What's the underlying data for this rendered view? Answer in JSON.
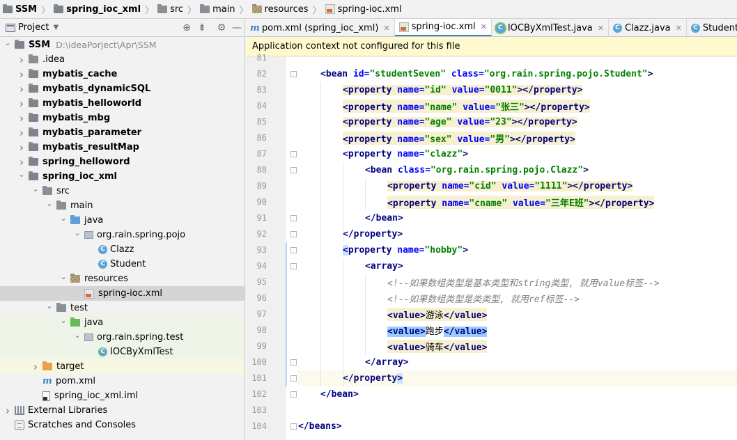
{
  "breadcrumb": [
    "SSM",
    "spring_ioc_xml",
    "src",
    "main",
    "resources",
    "spring-ioc.xml"
  ],
  "project_panel": {
    "title": "Project",
    "tree": [
      {
        "label": "SSM",
        "path": "D:\\ideaPorject\\Apr\\SSM",
        "bold": true,
        "arrow": "open",
        "icon": "module-folder"
      },
      {
        "label": ".idea",
        "arrow": "closed",
        "icon": "folder"
      },
      {
        "label": "mybatis_cache",
        "bold": true,
        "arrow": "closed",
        "icon": "module-folder"
      },
      {
        "label": "mybatis_dynamicSQL",
        "bold": true,
        "arrow": "closed",
        "icon": "module-folder"
      },
      {
        "label": "mybatis_helloworld",
        "bold": true,
        "arrow": "closed",
        "icon": "module-folder"
      },
      {
        "label": "mybatis_mbg",
        "bold": true,
        "arrow": "closed",
        "icon": "module-folder"
      },
      {
        "label": "mybatis_parameter",
        "bold": true,
        "arrow": "closed",
        "icon": "module-folder"
      },
      {
        "label": "mybatis_resultMap",
        "bold": true,
        "arrow": "closed",
        "icon": "module-folder"
      },
      {
        "label": "spring_helloword",
        "bold": true,
        "arrow": "closed",
        "icon": "module-folder"
      },
      {
        "label": "spring_ioc_xml",
        "bold": true,
        "arrow": "open",
        "icon": "module-folder"
      },
      {
        "label": "src",
        "arrow": "open",
        "icon": "folder"
      },
      {
        "label": "main",
        "arrow": "open",
        "icon": "folder"
      },
      {
        "label": "java",
        "arrow": "open",
        "icon": "source-folder"
      },
      {
        "label": "org.rain.spring.pojo",
        "arrow": "open",
        "icon": "package"
      },
      {
        "label": "Clazz",
        "arrow": "none",
        "icon": "class"
      },
      {
        "label": "Student",
        "arrow": "none",
        "icon": "class"
      },
      {
        "label": "resources",
        "arrow": "open",
        "icon": "resources-folder"
      },
      {
        "label": "spring-ioc.xml",
        "arrow": "none",
        "icon": "xml-file",
        "selected": true
      },
      {
        "label": "test",
        "arrow": "open",
        "icon": "folder"
      },
      {
        "label": "java",
        "arrow": "open",
        "icon": "test-source-folder",
        "highlight": "green"
      },
      {
        "label": "org.rain.spring.test",
        "arrow": "open",
        "icon": "package",
        "highlight": "green"
      },
      {
        "label": "IOCByXmlTest",
        "arrow": "none",
        "icon": "test-class",
        "highlight": "green"
      },
      {
        "label": "target",
        "arrow": "closed",
        "icon": "excluded-folder",
        "highlight": "yellow"
      },
      {
        "label": "pom.xml",
        "arrow": "none",
        "icon": "maven-file"
      },
      {
        "label": "spring_ioc_xml.iml",
        "arrow": "none",
        "icon": "iml-file"
      },
      {
        "label": "External Libraries",
        "arrow": "closed",
        "icon": "libraries"
      },
      {
        "label": "Scratches and Consoles",
        "arrow": "none",
        "icon": "scratches"
      }
    ]
  },
  "tabs": [
    {
      "label": "pom.xml (spring_ioc_xml)",
      "icon": "maven-icon",
      "active": false
    },
    {
      "label": "spring-ioc.xml",
      "icon": "xml-icon",
      "active": true
    },
    {
      "label": "IOCByXmlTest.java",
      "icon": "test-class-icon",
      "active": false
    },
    {
      "label": "Clazz.java",
      "icon": "class-icon",
      "active": false
    },
    {
      "label": "Student.java",
      "icon": "class-icon",
      "active": false
    }
  ],
  "notice": "Application context not configured for this file",
  "editor": {
    "lines": [
      {
        "num": "81",
        "indent": 0,
        "parts": []
      },
      {
        "num": "82",
        "indent": 1,
        "fold": true,
        "parts": [
          [
            "t",
            "<bean "
          ],
          [
            "a",
            "id="
          ],
          [
            "v",
            "\"studentSeven\" "
          ],
          [
            "a",
            "class="
          ],
          [
            "v",
            "\"org.rain.spring.pojo.Student\""
          ],
          [
            "t",
            ">"
          ]
        ]
      },
      {
        "num": "83",
        "indent": 2,
        "hl": true,
        "parts": [
          [
            "t",
            "<property "
          ],
          [
            "a",
            "name="
          ],
          [
            "v",
            "\"id\" "
          ],
          [
            "a",
            "value="
          ],
          [
            "v",
            "\"0011\""
          ],
          [
            "t",
            "></property>"
          ]
        ]
      },
      {
        "num": "84",
        "indent": 2,
        "hl": true,
        "parts": [
          [
            "t",
            "<property "
          ],
          [
            "a",
            "name="
          ],
          [
            "v",
            "\"name\" "
          ],
          [
            "a",
            "value="
          ],
          [
            "v",
            "\"张三\""
          ],
          [
            "t",
            "></property>"
          ]
        ]
      },
      {
        "num": "85",
        "indent": 2,
        "hl": true,
        "parts": [
          [
            "t",
            "<property "
          ],
          [
            "a",
            "name="
          ],
          [
            "v",
            "\"age\" "
          ],
          [
            "a",
            "value="
          ],
          [
            "v",
            "\"23\""
          ],
          [
            "t",
            "></property>"
          ]
        ]
      },
      {
        "num": "86",
        "indent": 2,
        "hl": true,
        "parts": [
          [
            "t",
            "<property "
          ],
          [
            "a",
            "name="
          ],
          [
            "v",
            "\"sex\" "
          ],
          [
            "a",
            "value="
          ],
          [
            "v",
            "\"男\""
          ],
          [
            "t",
            "></property>"
          ]
        ]
      },
      {
        "num": "87",
        "indent": 2,
        "fold": true,
        "parts": [
          [
            "t",
            "<property "
          ],
          [
            "a",
            "name="
          ],
          [
            "v",
            "\"clazz\""
          ],
          [
            "t",
            ">"
          ]
        ]
      },
      {
        "num": "88",
        "indent": 3,
        "fold": true,
        "parts": [
          [
            "t",
            "<bean "
          ],
          [
            "a",
            "class="
          ],
          [
            "v",
            "\"org.rain.spring.pojo.Clazz\""
          ],
          [
            "t",
            ">"
          ]
        ]
      },
      {
        "num": "89",
        "indent": 4,
        "hl": true,
        "parts": [
          [
            "t",
            "<property "
          ],
          [
            "a",
            "name="
          ],
          [
            "v",
            "\"cid\" "
          ],
          [
            "a",
            "value="
          ],
          [
            "v",
            "\"1111\""
          ],
          [
            "t",
            "></property>"
          ]
        ]
      },
      {
        "num": "90",
        "indent": 4,
        "hl": true,
        "parts": [
          [
            "t",
            "<property "
          ],
          [
            "a",
            "name="
          ],
          [
            "v",
            "\"cname\" "
          ],
          [
            "a",
            "value="
          ],
          [
            "v",
            "\"三年E班\""
          ],
          [
            "t",
            "></property>"
          ]
        ]
      },
      {
        "num": "91",
        "indent": 3,
        "fold": true,
        "hlEnd": true,
        "parts": [
          [
            "t",
            "</bean>"
          ]
        ]
      },
      {
        "num": "92",
        "indent": 2,
        "fold": true,
        "parts": [
          [
            "t",
            "</property>"
          ]
        ]
      },
      {
        "num": "93",
        "indent": 2,
        "fold": true,
        "braceStart": true,
        "parts": [
          [
            "tb",
            "<"
          ],
          [
            "t",
            "property "
          ],
          [
            "a",
            "name="
          ],
          [
            "v",
            "\"hobby\""
          ],
          [
            "t",
            ">"
          ]
        ]
      },
      {
        "num": "94",
        "indent": 3,
        "fold": true,
        "parts": [
          [
            "t",
            "<array>"
          ]
        ]
      },
      {
        "num": "95",
        "indent": 4,
        "parts": [
          [
            "c",
            "<!--如果数组类型是基本类型和string类型, 就用value标签-->"
          ]
        ]
      },
      {
        "num": "96",
        "indent": 4,
        "parts": [
          [
            "c",
            "<!--如果数组类型是类类型, 就用ref标签-->"
          ]
        ]
      },
      {
        "num": "97",
        "indent": 4,
        "hl": true,
        "parts": [
          [
            "t",
            "<value>"
          ],
          [
            "txt",
            "游泳"
          ],
          [
            "t",
            "</value>"
          ]
        ]
      },
      {
        "num": "98",
        "indent": 4,
        "blue": true,
        "parts": [
          [
            "tbl",
            "<value>"
          ],
          [
            "txt",
            "跑步"
          ],
          [
            "tbl",
            "</value>"
          ]
        ]
      },
      {
        "num": "99",
        "indent": 4,
        "hl": true,
        "parts": [
          [
            "t",
            "<value>"
          ],
          [
            "txt",
            "骑车"
          ],
          [
            "t",
            "</value>"
          ]
        ]
      },
      {
        "num": "100",
        "indent": 3,
        "fold": true,
        "parts": [
          [
            "t",
            "</array>"
          ]
        ]
      },
      {
        "num": "101",
        "indent": 2,
        "fold": true,
        "current": true,
        "parts": [
          [
            "t",
            "</property"
          ],
          [
            "tb",
            ">"
          ]
        ]
      },
      {
        "num": "102",
        "indent": 1,
        "fold": true,
        "parts": [
          [
            "t",
            "</bean>"
          ]
        ]
      },
      {
        "num": "103",
        "indent": 0,
        "parts": []
      },
      {
        "num": "104",
        "indent": 0,
        "fold": true,
        "parts": [
          [
            "t",
            "</beans>"
          ]
        ]
      }
    ]
  }
}
